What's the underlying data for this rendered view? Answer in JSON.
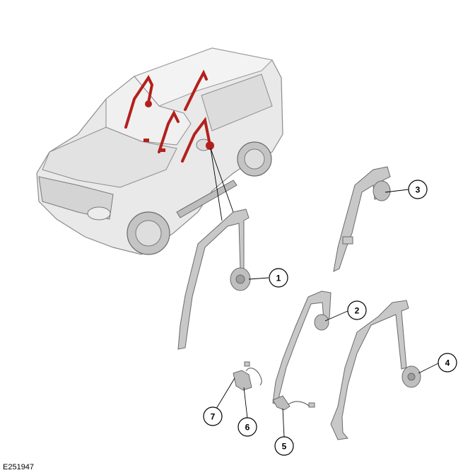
{
  "figure": {
    "id": "E251947"
  },
  "colors": {
    "vehicle_body": "#e6e6e6",
    "vehicle_outline": "#8c8c8c",
    "highlight": "#b3201c",
    "belt_fill": "#c8c8c8",
    "belt_outline": "#6a6a6a"
  },
  "callouts": [
    {
      "id": "callout-1",
      "label": "1"
    },
    {
      "id": "callout-2",
      "label": "2"
    },
    {
      "id": "callout-3",
      "label": "3"
    },
    {
      "id": "callout-4",
      "label": "4"
    },
    {
      "id": "callout-5",
      "label": "5"
    },
    {
      "id": "callout-6",
      "label": "6"
    },
    {
      "id": "callout-7",
      "label": "7"
    }
  ]
}
